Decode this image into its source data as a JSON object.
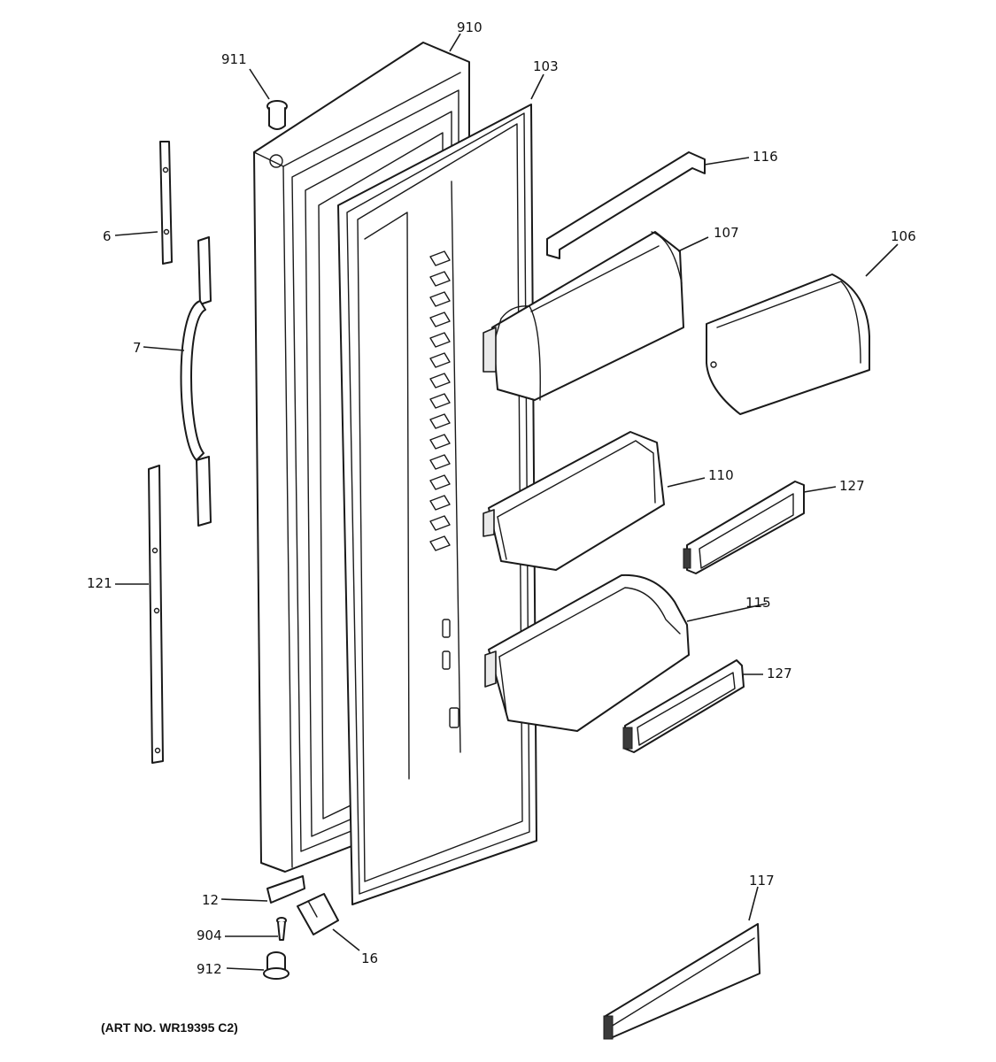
{
  "callouts": {
    "c910": "910",
    "c911": "911",
    "c103": "103",
    "c116": "116",
    "c107": "107",
    "c106": "106",
    "c6": "6",
    "c7": "7",
    "c110": "110",
    "c127a": "127",
    "c121": "121",
    "c115": "115",
    "c127b": "127",
    "c117": "117",
    "c12": "12",
    "c904": "904",
    "c16": "16",
    "c912": "912"
  },
  "art_number": "(ART NO. WR19395 C2)",
  "colors": {
    "line": "#1a1a1a",
    "fill": "#ffffff",
    "shade": "#e9e9e9"
  }
}
